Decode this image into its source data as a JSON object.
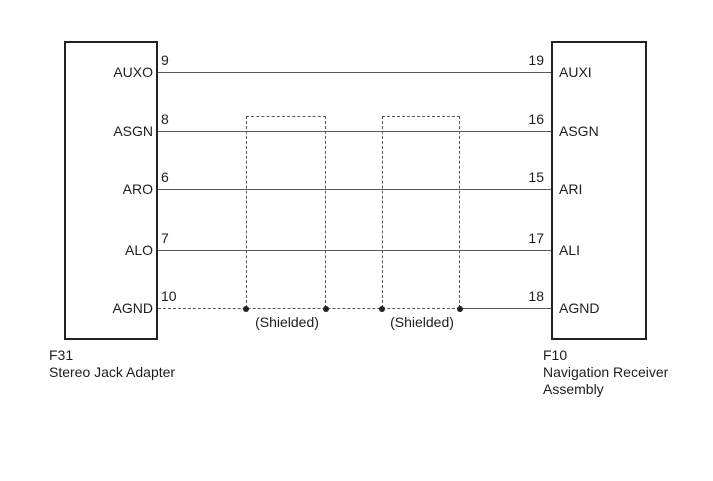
{
  "connectors": {
    "left": {
      "id": "F31",
      "name": "Stereo Jack Adapter"
    },
    "right": {
      "id": "F10",
      "name_line1": "Navigation Receiver",
      "name_line2": "Assembly"
    }
  },
  "rows": [
    {
      "left_pin": "9",
      "left_label": "AUXO",
      "right_pin": "19",
      "right_label": "AUXI",
      "wire_style": "solid"
    },
    {
      "left_pin": "8",
      "left_label": "ASGN",
      "right_pin": "16",
      "right_label": "ASGN",
      "wire_style": "solid"
    },
    {
      "left_pin": "6",
      "left_label": "ARO",
      "right_pin": "15",
      "right_label": "ARI",
      "wire_style": "solid"
    },
    {
      "left_pin": "7",
      "left_label": "ALO",
      "right_pin": "17",
      "right_label": "ALI",
      "wire_style": "solid"
    },
    {
      "left_pin": "10",
      "left_label": "AGND",
      "right_pin": "18",
      "right_label": "AGND",
      "wire_style": "dashed-then-solid"
    }
  ],
  "shields": [
    {
      "label": "(Shielded)"
    },
    {
      "label": "(Shielded)"
    }
  ],
  "colors": {
    "background": "#ffffff",
    "wire": "#5a5a5a",
    "box_border": "#222222",
    "text": "#1d1d1d"
  }
}
